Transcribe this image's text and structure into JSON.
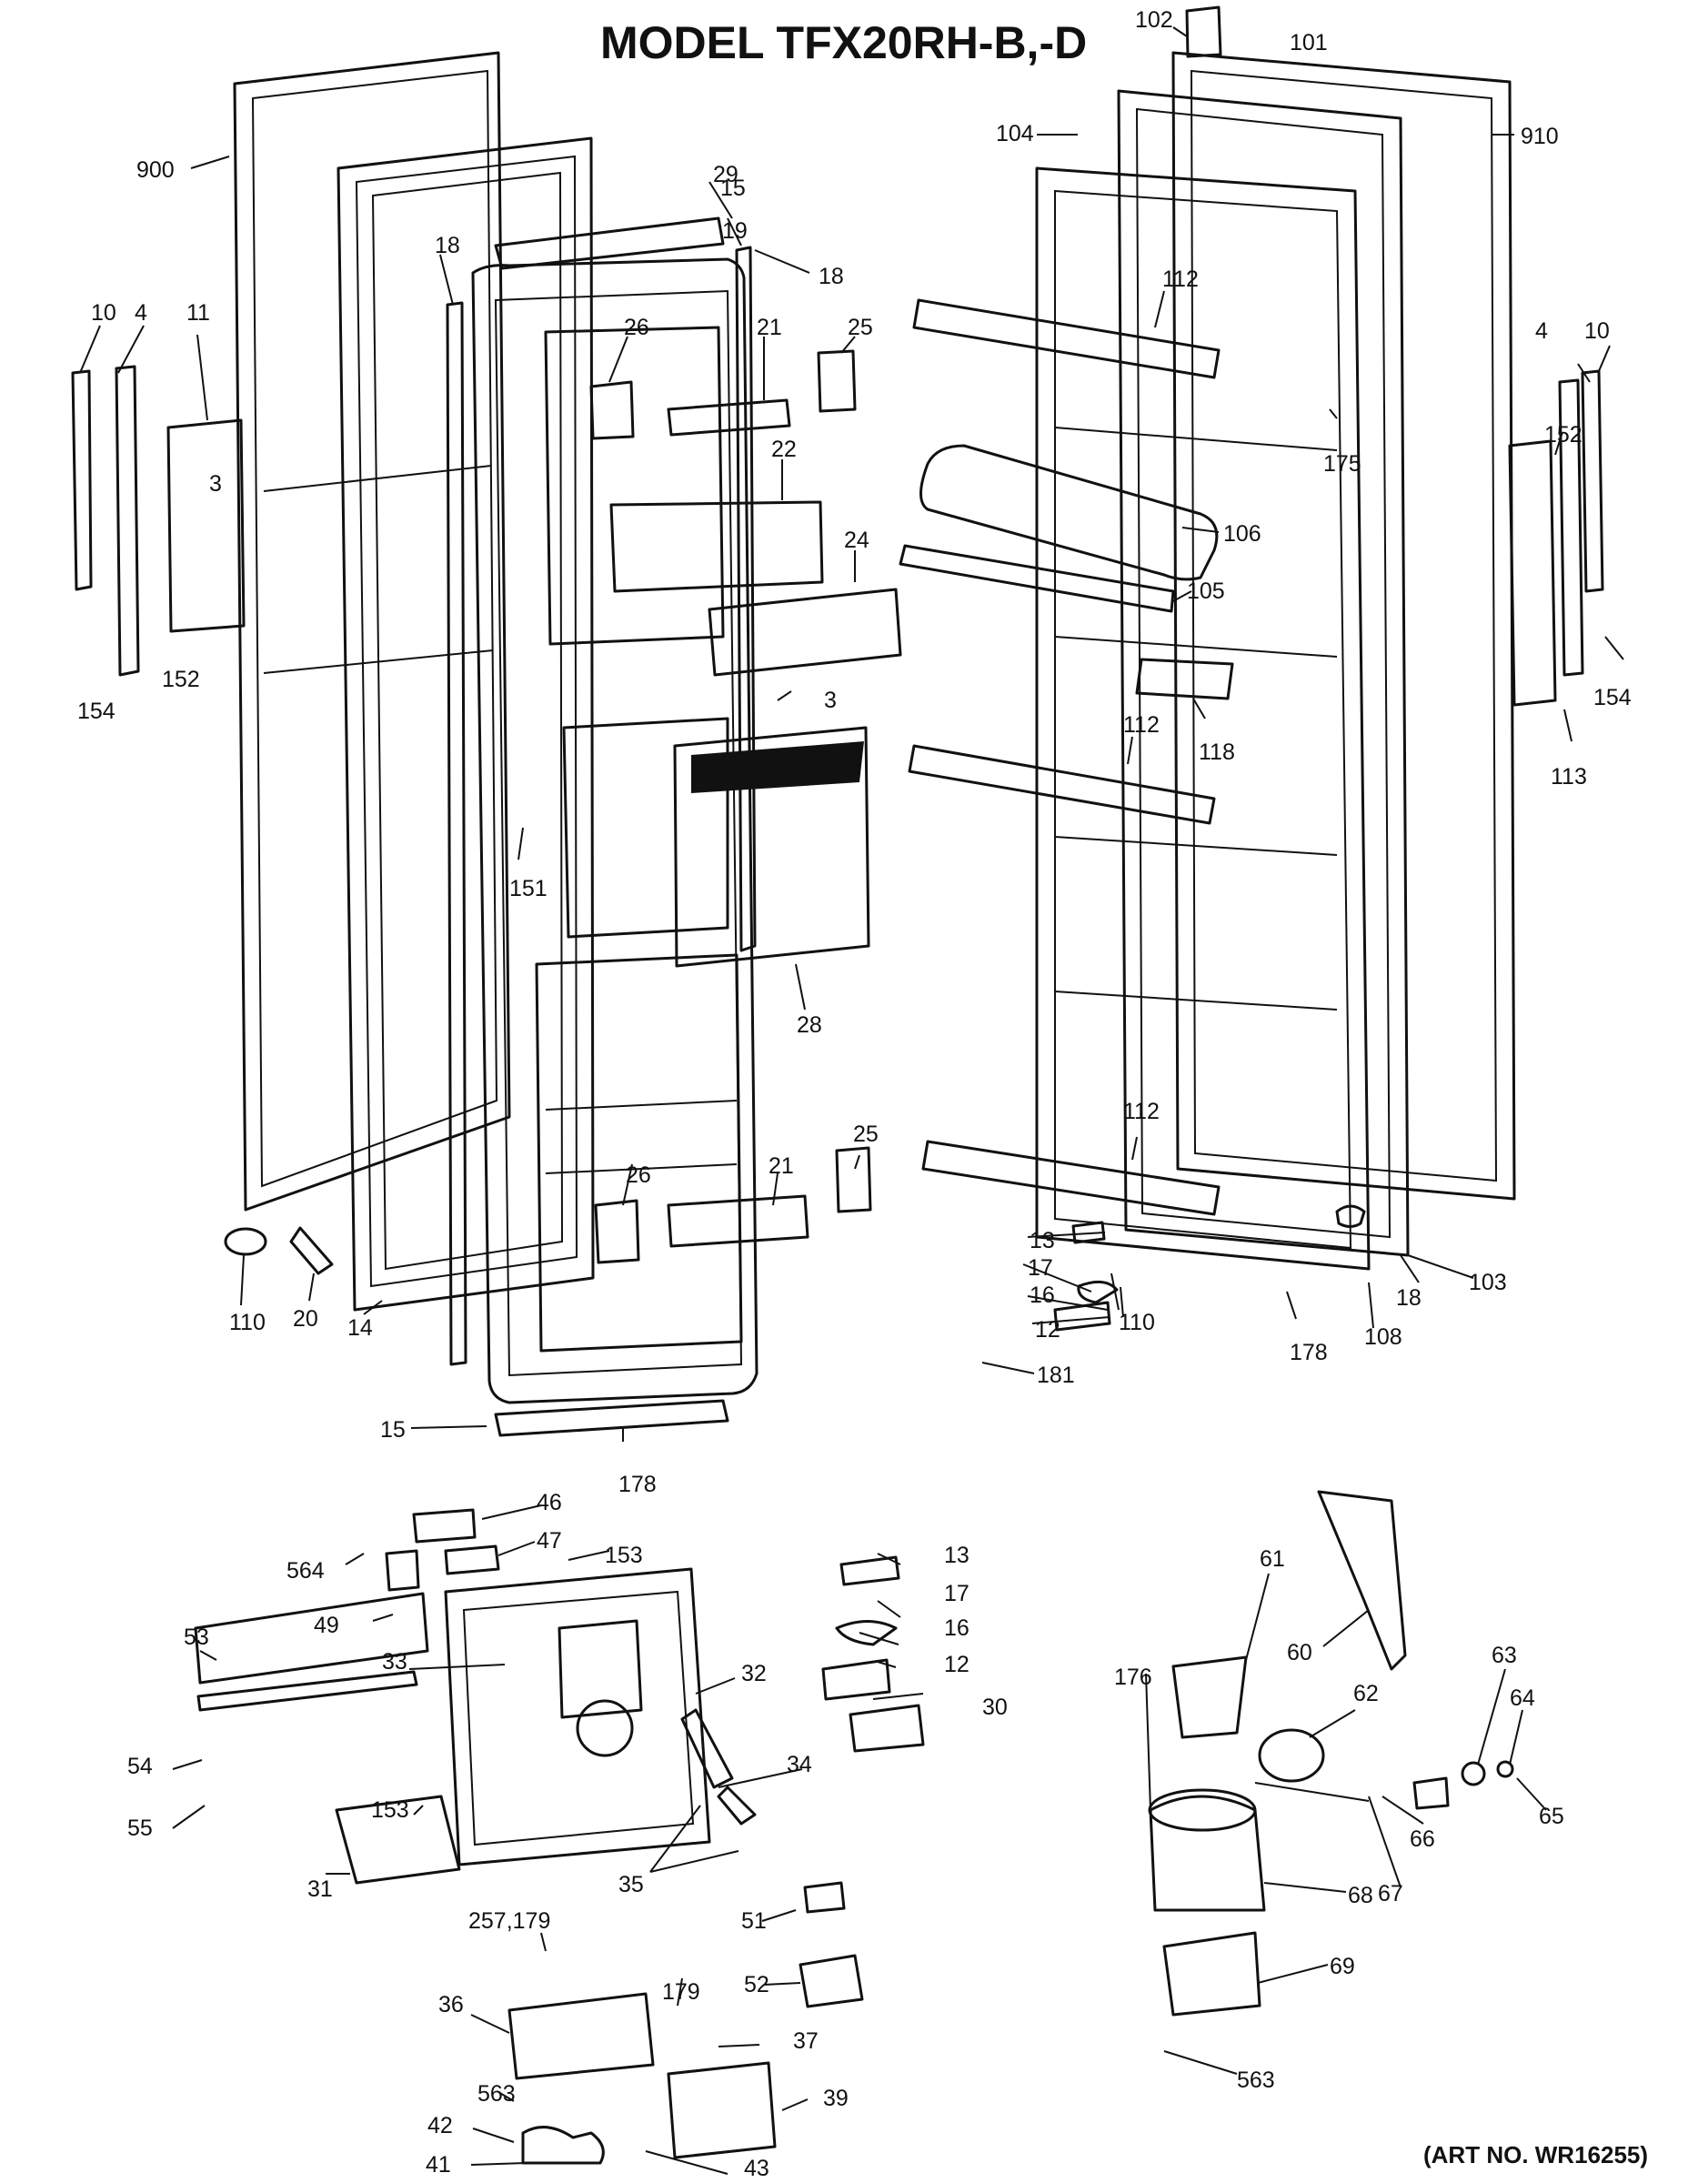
{
  "title": "MODEL TFX20RH-B,-D",
  "art_number": "(ART NO. WR16255)",
  "labels": [
    "900",
    "4",
    "10",
    "11",
    "3",
    "152",
    "154",
    "18",
    "15",
    "29",
    "19",
    "18",
    "26",
    "21",
    "25",
    "22",
    "24",
    "3",
    "151",
    "28",
    "26",
    "21",
    "25",
    "110",
    "20",
    "14",
    "15",
    "178",
    "102",
    "101",
    "104",
    "910",
    "112",
    "175",
    "106",
    "105",
    "118",
    "112",
    "152",
    "4",
    "10",
    "113",
    "154",
    "112",
    "13",
    "17",
    "16",
    "12",
    "181",
    "110",
    "178",
    "108",
    "18",
    "103",
    "46",
    "47",
    "153",
    "564",
    "49",
    "53",
    "33",
    "32",
    "54",
    "55",
    "153",
    "31",
    "34",
    "35",
    "13",
    "17",
    "16",
    "12",
    "30",
    "51",
    "52",
    "257,179",
    "36",
    "179",
    "37",
    "563",
    "42",
    "41",
    "39",
    "43",
    "61",
    "60",
    "176",
    "62",
    "63",
    "64",
    "65",
    "66",
    "67",
    "68",
    "69",
    "563"
  ]
}
